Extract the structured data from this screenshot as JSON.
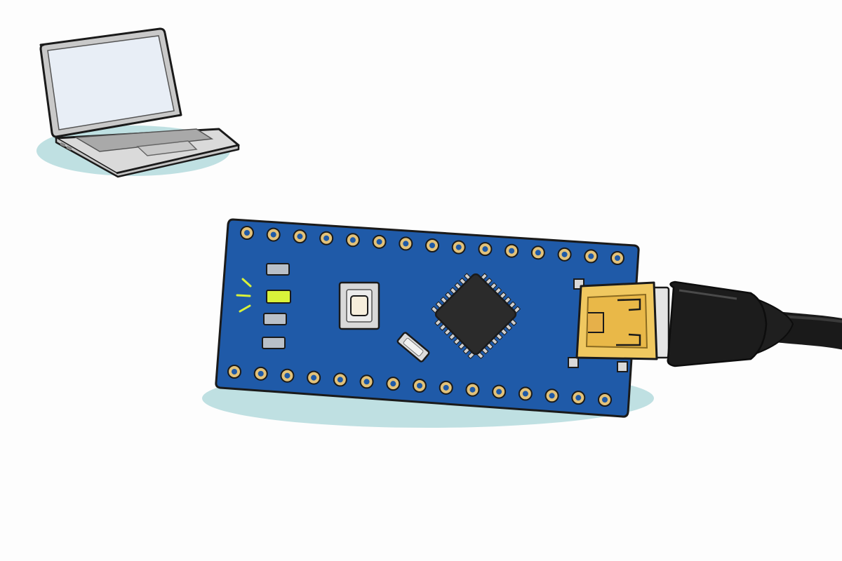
{
  "scene": {
    "background_color": "#fdfdfd",
    "shadow_color": "#bfe0e2",
    "outline_color": "#1a1a1a"
  },
  "laptop": {
    "icon": "laptop-icon",
    "screen_color": "#e8eef6",
    "body_color": "#dadada",
    "keyboard_color": "#a9a9a9"
  },
  "board": {
    "icon": "microcontroller-board-icon",
    "pcb_color": "#1f5aa8",
    "pad_color": "#e2c27a",
    "top_header_pins": 15,
    "bottom_header_pins": 15,
    "status_leds": [
      {
        "name": "led-1",
        "lit": false
      },
      {
        "name": "led-2",
        "lit": true
      },
      {
        "name": "led-3",
        "lit": false
      },
      {
        "name": "led-4",
        "lit": false
      }
    ],
    "lit_led_color": "#d9f23a",
    "reset_button": "reset-button-icon",
    "crystal": "crystal-oscillator-icon",
    "chip": "microcontroller-chip-icon",
    "usb_port": "micro-usb-port-icon",
    "usb_port_color": "#f0c860"
  },
  "cable": {
    "icon": "usb-cable-icon",
    "color": "#1c1c1c"
  }
}
